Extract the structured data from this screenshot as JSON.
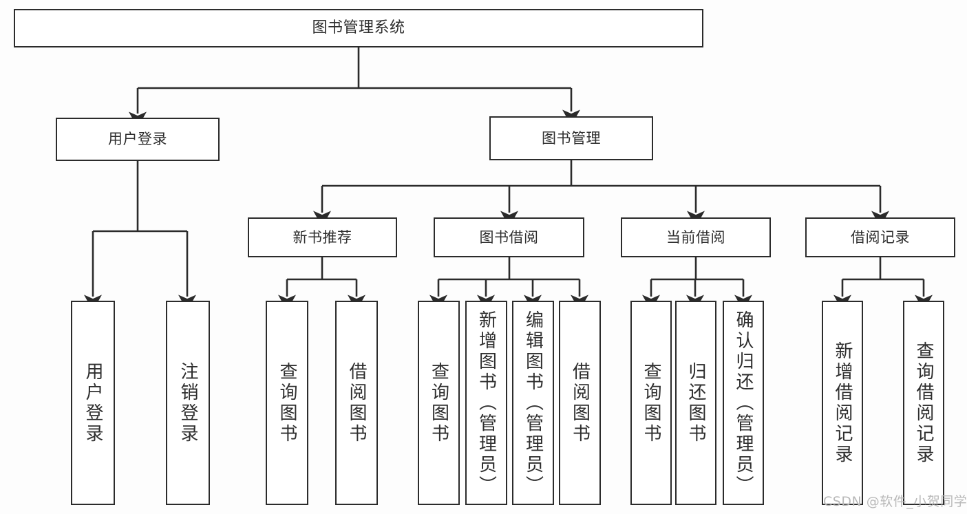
{
  "diagram": {
    "type": "tree-hierarchy-chart",
    "title": "图书管理系统",
    "line_color": "#2b2b2b",
    "text_color": "#2e2e2e",
    "background": "#fdfdfd",
    "watermark": "CSDN @软件_小贺同学"
  },
  "nodes": {
    "root": {
      "label": "图书管理系统",
      "level": 1
    },
    "level2": [
      {
        "id": "user-login",
        "label": "用户登录"
      },
      {
        "id": "book-manage",
        "label": "图书管理"
      }
    ],
    "level3": [
      {
        "id": "new-book-rec",
        "label": "新书推荐"
      },
      {
        "id": "book-borrow",
        "label": "图书借阅"
      },
      {
        "id": "current-borrow",
        "label": "当前借阅"
      },
      {
        "id": "borrow-record",
        "label": "借阅记录"
      }
    ],
    "leaves": [
      {
        "id": "leaf-user-login",
        "label": "用户登录",
        "parent": "user-login"
      },
      {
        "id": "leaf-logout",
        "label": "注销登录",
        "parent": "user-login"
      },
      {
        "id": "leaf-query-book-1",
        "label": "查询图书",
        "parent": "new-book-rec"
      },
      {
        "id": "leaf-borrow-book-1",
        "label": "借阅图书",
        "parent": "new-book-rec"
      },
      {
        "id": "leaf-query-book-2",
        "label": "查询图书",
        "parent": "book-borrow"
      },
      {
        "id": "leaf-add-book",
        "label": "新增图书（管理员）",
        "parent": "book-borrow"
      },
      {
        "id": "leaf-edit-book",
        "label": "编辑图书（管理员）",
        "parent": "book-borrow"
      },
      {
        "id": "leaf-borrow-book-2",
        "label": "借阅图书",
        "parent": "book-borrow"
      },
      {
        "id": "leaf-query-book-3",
        "label": "查询图书",
        "parent": "current-borrow"
      },
      {
        "id": "leaf-return-book",
        "label": "归还图书",
        "parent": "current-borrow"
      },
      {
        "id": "leaf-confirm-return",
        "label": "确认归还（管理员）",
        "parent": "current-borrow"
      },
      {
        "id": "leaf-add-record",
        "label": "新增借阅记录",
        "parent": "borrow-record"
      },
      {
        "id": "leaf-query-record",
        "label": "查询借阅记录",
        "parent": "borrow-record"
      }
    ]
  }
}
